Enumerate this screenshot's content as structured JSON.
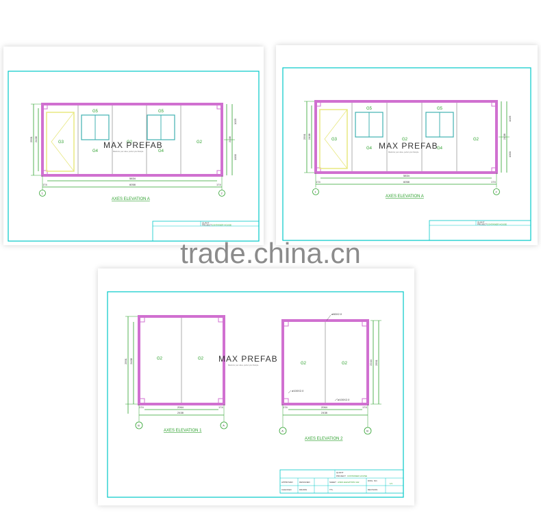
{
  "logo": {
    "brand": "MAX PREFAB",
    "tagline": "Maximize your value, perfect your lifestyle"
  },
  "watermark": "trade.china.cn",
  "colors": {
    "border": "#00c8c8",
    "frame": "#d070d0",
    "door": "#e8e880",
    "window": "#40b0b0",
    "dim": "#2ca02c",
    "label": "#2ca02c"
  },
  "elevation_a": {
    "title": "AXES ELEVATION A",
    "width_inner": "5834",
    "width_outer": "6058",
    "height_total": "2591",
    "height_left": "2438",
    "height_right": "2438",
    "seg_top": "1025",
    "seg_bottom": "1000",
    "end_left": "174",
    "end_right": "174",
    "axis_start": "1",
    "axis_end": "2",
    "panels": {
      "door": "G3",
      "win_top": "G5",
      "win_bottom": "G4",
      "wall": "G2"
    },
    "titleblock": {
      "r1": "QUANT",
      "r2": "PROJECT",
      "r2val": "CONTAINER HOUSE"
    }
  },
  "elevation_1": {
    "title": "AXES ELEVATION 1",
    "width_inner": "2064",
    "width_outer": "2438",
    "height_total": "2591",
    "height_inner": "2438",
    "end_left": "174",
    "end_right": "174",
    "axis_start": "B",
    "axis_end": "A",
    "panels": {
      "left": "G2",
      "right": "G2"
    }
  },
  "elevation_2": {
    "title": "AXES ELEVATION 2",
    "width_inner": "2064",
    "width_outer": "2438",
    "height_total": "2591",
    "height_inner": "2244",
    "end_left": "174",
    "end_right": "174",
    "axis_start": "A",
    "axis_end": "B",
    "callout_top": "ø60X2.0",
    "callout_left": "ø100X2.0",
    "callout_right": "ø100X2.0",
    "panels": {
      "left": "G2",
      "right": "G2"
    }
  },
  "titleblock_bottom": {
    "r1": "QUANT",
    "r2": "PROJECT",
    "r2val": "CONTAINER HOUSE",
    "approved": "APPROVED",
    "checked": "CHECKED",
    "designed": "DESIGNED",
    "drawn": "DRAWN",
    "sheet": "SHEET",
    "sheet_title": "AXES ELEVATION 1&2",
    "dwg_no_label": "DWG. NO.",
    "dwg_no": "1/1",
    "ttl": "TTL",
    "revision": "REVISION"
  }
}
